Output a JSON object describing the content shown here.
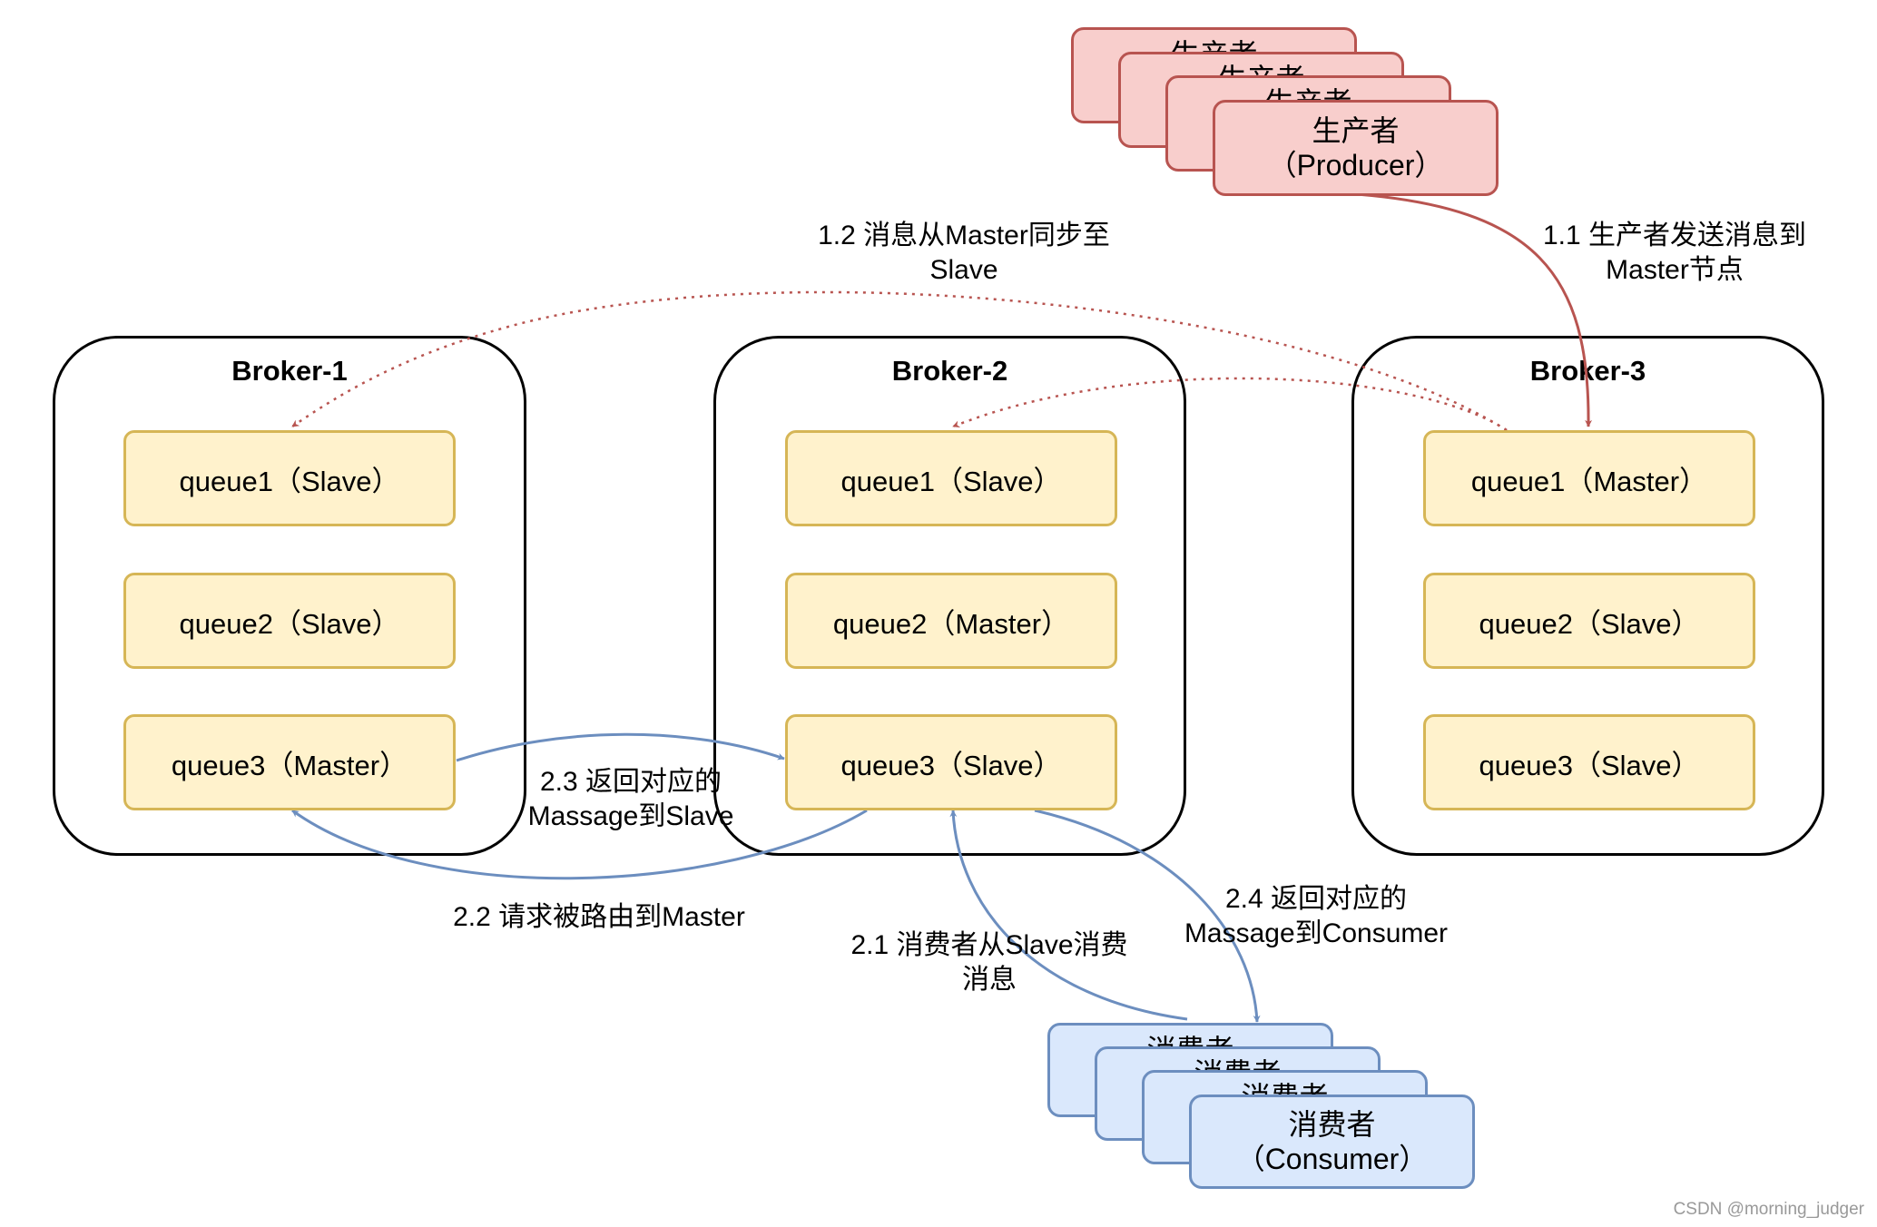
{
  "brokers": [
    {
      "title": "Broker-1",
      "queues": [
        "queue1（Slave）",
        "queue2（Slave）",
        "queue3（Master）"
      ]
    },
    {
      "title": "Broker-2",
      "queues": [
        "queue1（Slave）",
        "queue2（Master）",
        "queue3（Slave）"
      ]
    },
    {
      "title": "Broker-3",
      "queues": [
        "queue1（Master）",
        "queue2（Slave）",
        "queue3（Slave）"
      ]
    }
  ],
  "producer": {
    "name": "生产者",
    "role": "（Producer）"
  },
  "consumer": {
    "name": "消费者",
    "role": "（Consumer）"
  },
  "labels": {
    "step_1_1": [
      "1.1 生产者发送消息到",
      "Master节点"
    ],
    "step_1_2": [
      "1.2 消息从Master同步至",
      "Slave"
    ],
    "step_2_1": [
      "2.1 消费者从Slave消费",
      "消息"
    ],
    "step_2_2": "2.2 请求被路由到Master",
    "step_2_3": [
      "2.3 返回对应的",
      "Massage到Slave"
    ],
    "step_2_4": [
      "2.4 返回对应的",
      "Massage到Consumer"
    ]
  },
  "colors": {
    "queue_fill": "#fff2cc",
    "queue_border": "#d6b656",
    "producer_fill": "#f8cecc",
    "producer_border": "#b85450",
    "consumer_fill": "#dae8fc",
    "consumer_border": "#6c8ebf",
    "sync_arrow": "#b85450",
    "consume_arrow": "#6c8ebf"
  },
  "watermark": "CSDN @morning_judger"
}
